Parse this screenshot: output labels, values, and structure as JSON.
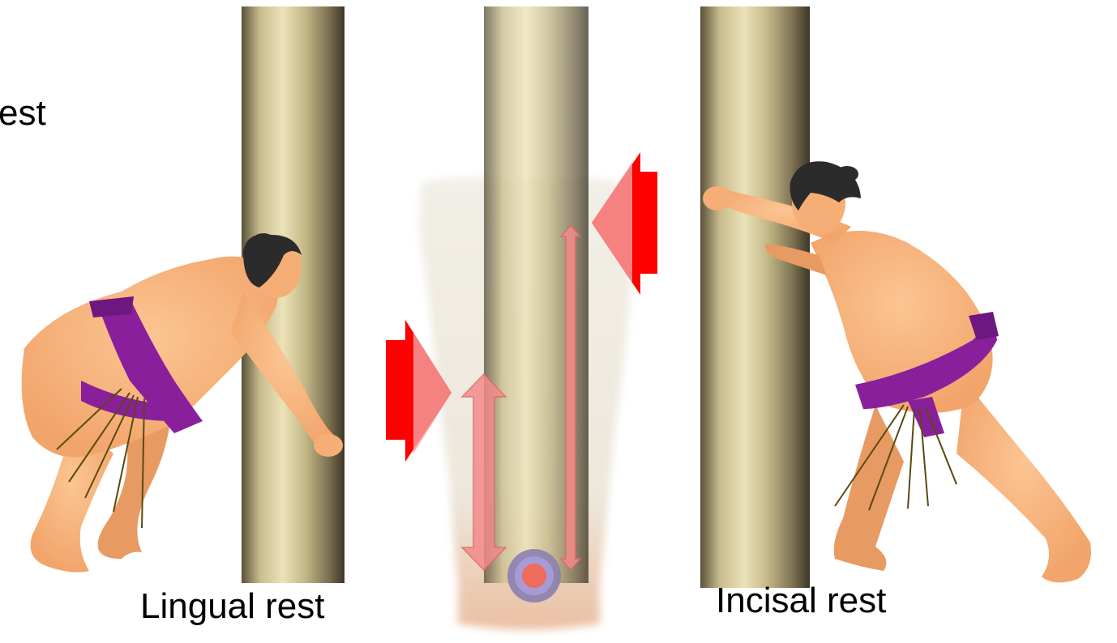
{
  "title_fragment": "est",
  "labels": {
    "left": "Lingual rest",
    "right": "Incisal rest"
  },
  "colors": {
    "skin": "#f5b27a",
    "skin_shadow": "#d8895a",
    "belt": "#8a1f9c",
    "belt_dark": "#5e0f6e",
    "hair": "#2b2b2b",
    "force_arrow": "#ff0000",
    "movement_arrow": "#f48a8a",
    "pillar_light": "#e8ddb0",
    "pillar_dark": "#4e4632"
  },
  "icons": [
    "sumo-wrestler-left-icon",
    "sumo-wrestler-right-icon",
    "pillar-icon",
    "tooth-icon",
    "force-arrow-icon",
    "rotation-center-icon"
  ]
}
